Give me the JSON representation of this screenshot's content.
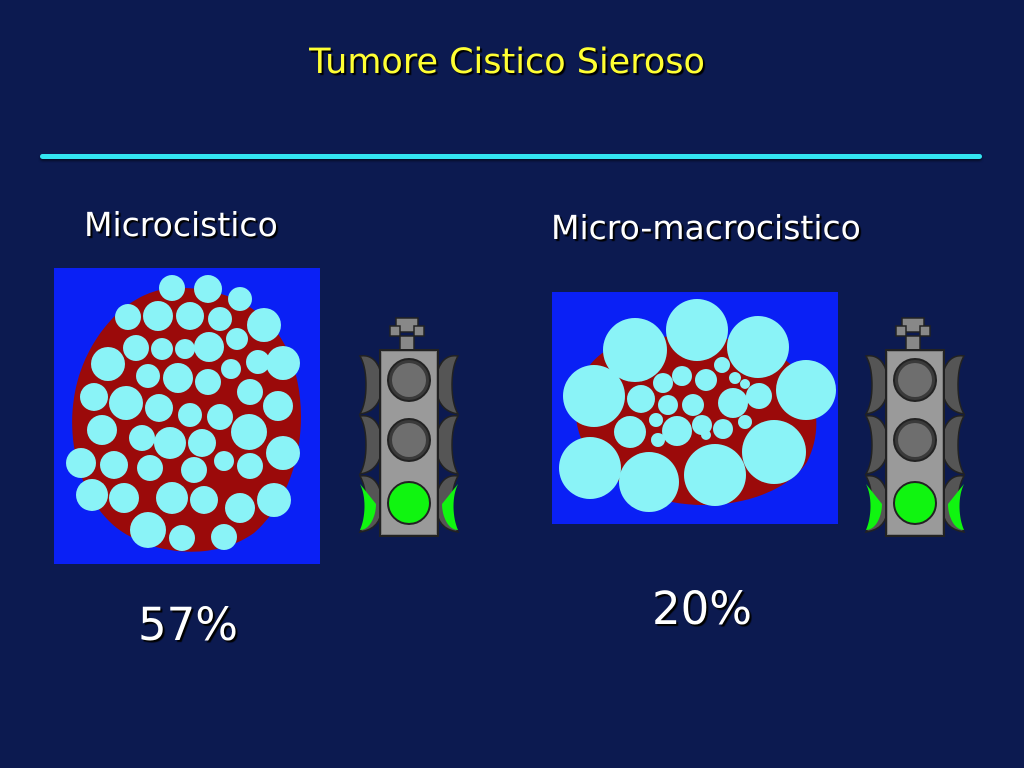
{
  "slide": {
    "title": "Tumore Cistico Sieroso"
  },
  "left": {
    "heading": "Microcistico",
    "percent": "57%",
    "signal": "green"
  },
  "right": {
    "heading": "Micro-macrocistico",
    "percent": "20%",
    "signal": "green"
  },
  "colors": {
    "background": "#0c1a50",
    "title": "#ffff33",
    "rule": "#33e6f2",
    "panel_blue": "#0a20f5",
    "cyst": "#8af3f7",
    "stroma": "#9b0a0a",
    "signal_green": "#10f510"
  }
}
